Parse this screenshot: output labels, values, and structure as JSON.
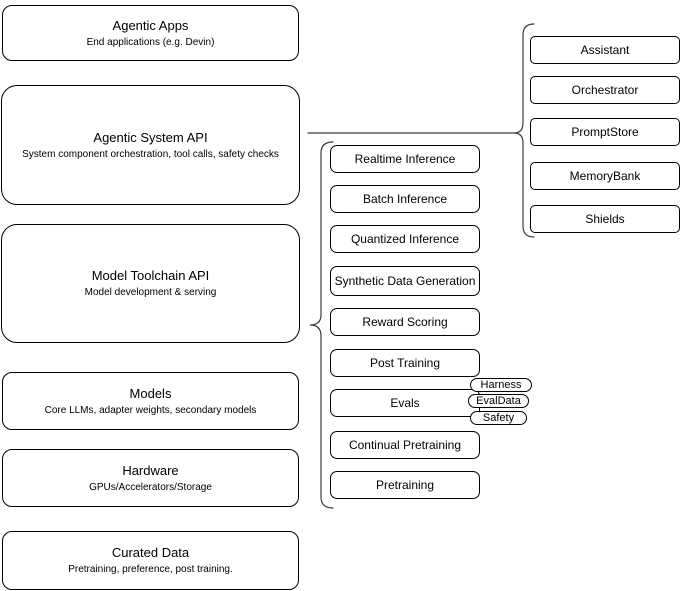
{
  "diagram": {
    "left_stack": [
      {
        "title": "Agentic Apps",
        "subtitle": "End applications (e.g. Devin)"
      },
      {
        "title": "Agentic System API",
        "subtitle": "System component orchestration, tool calls, safety checks"
      },
      {
        "title": "Model Toolchain API",
        "subtitle": "Model development & serving"
      },
      {
        "title": "Models",
        "subtitle": "Core LLMs, adapter weights, secondary models"
      },
      {
        "title": "Hardware",
        "subtitle": "GPUs/Accelerators/Storage"
      },
      {
        "title": "Curated Data",
        "subtitle": "Pretraining, preference, post training."
      }
    ],
    "toolchain_components": [
      "Realtime Inference",
      "Batch Inference",
      "Quantized Inference",
      "Synthetic Data Generation",
      "Reward Scoring",
      "Post Training",
      "Evals",
      "Continual Pretraining",
      "Pretraining"
    ],
    "evals_tags": [
      "Harness",
      "EvalData",
      "Safety"
    ],
    "system_components": [
      "Assistant",
      "Orchestrator",
      "PromptStore",
      "MemoryBank",
      "Shields"
    ],
    "colors": {
      "node_border": "#000000",
      "node_background": "#ffffff",
      "text": "#000000",
      "connector": "#3d3d3d"
    }
  }
}
